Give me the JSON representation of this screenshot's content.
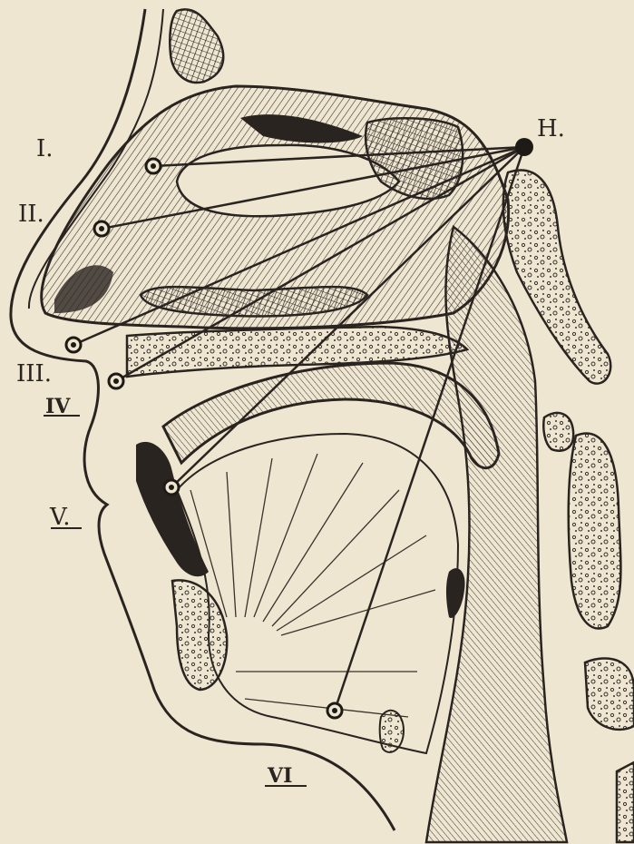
{
  "colors": {
    "paper": "#efe6d2",
    "ink": "#2a2420",
    "ink_light": "#6a5e52"
  },
  "labels": {
    "focus": "H.",
    "r1": "I.",
    "r2": "II.",
    "r3": "III.",
    "r4": "IV",
    "r5": "V.",
    "r6": "VI"
  }
}
